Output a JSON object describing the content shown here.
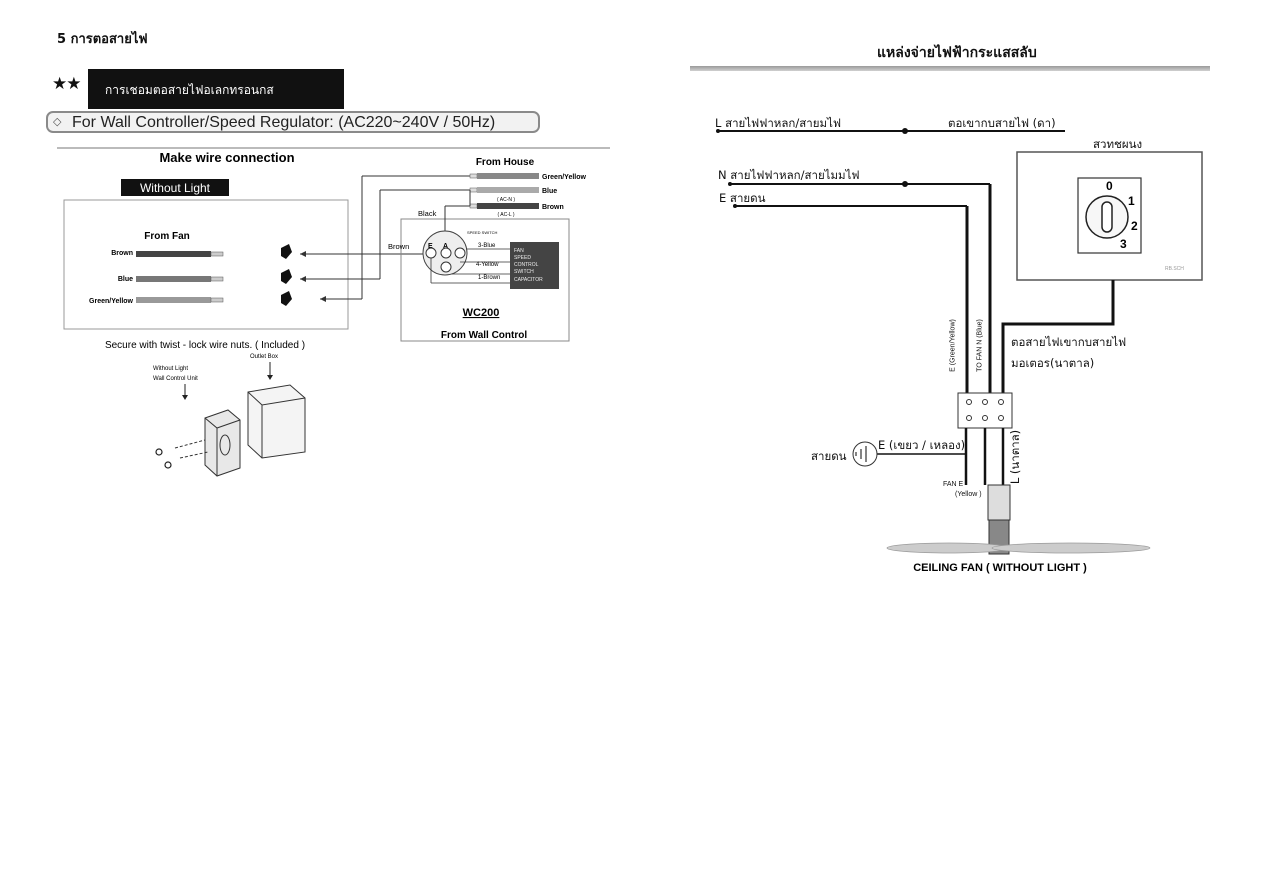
{
  "left": {
    "section_title": "5 การตอสายไฟ",
    "stars": "★★",
    "banner_text": "การเชอมตอสายไฟอเลกทรอนกส",
    "wall_controller_label": "For Wall Controller/Speed Regulator: (AC220~240V / 50Hz)",
    "pill_glyph": "◇",
    "diagram": {
      "make_wire_connection": "Make wire connection",
      "without_light": "Without Light",
      "from_fan": "From Fan",
      "fan_wires": [
        "Brown",
        "Blue",
        "Green/Yellow"
      ],
      "from_house": "From House",
      "house_wires": [
        "Green/Yellow",
        "Blue",
        "Brown"
      ],
      "house_tags": [
        "( AC-N )",
        "( AC-L )"
      ],
      "black": "Black",
      "brown": "Brown",
      "switch_labels": [
        "3-Blue",
        "4-Yellow",
        "1-Brown"
      ],
      "switch_tiny": "SPEED SWITCH",
      "capacitor_label": [
        "FAN",
        "SPEED",
        "CONTROL",
        "SWITCH",
        "CAPACITOR"
      ],
      "model": "WC200",
      "from_wall_control": "From Wall Control",
      "secure_note": "Secure with twist - lock wire nuts. ( Included )",
      "without_light_unit": [
        "Without Light",
        "Wall Control Unit"
      ],
      "outlet_box": "Outlet Box"
    }
  },
  "right": {
    "title": "แหล่งจ่ายไฟฟ้ากระแสสลับ",
    "l_line": "L สายไฟฟาหลก/สายมไฟ",
    "connect_to": "ตอเขากบสายไฟ (ดา)",
    "switch_label": "สวทชผนง",
    "n_line": "N สายไฟฟาหลก/สายไมมไฟ",
    "e_line": "E สายดน",
    "dial_positions": [
      "0",
      "1",
      "2",
      "3"
    ],
    "plate_tag": "RB.SCH",
    "motor_connect": [
      "ตอสายไฟเขากบสายไฟ",
      "มอเตอร(นาตาล)"
    ],
    "vertical_e": "E (Green/Yellow)",
    "vertical_n": "TO FAN N (Blue)",
    "ground_label": "สายดน",
    "e_green_yellow": "E (เขยว / เหลอง)",
    "l_brown": "L (นาตาล)",
    "fan_e": "FAN E",
    "fan_e_yellow": "(Yellow )",
    "ceiling_fan": "CEILING FAN ( WITHOUT LIGHT )"
  }
}
